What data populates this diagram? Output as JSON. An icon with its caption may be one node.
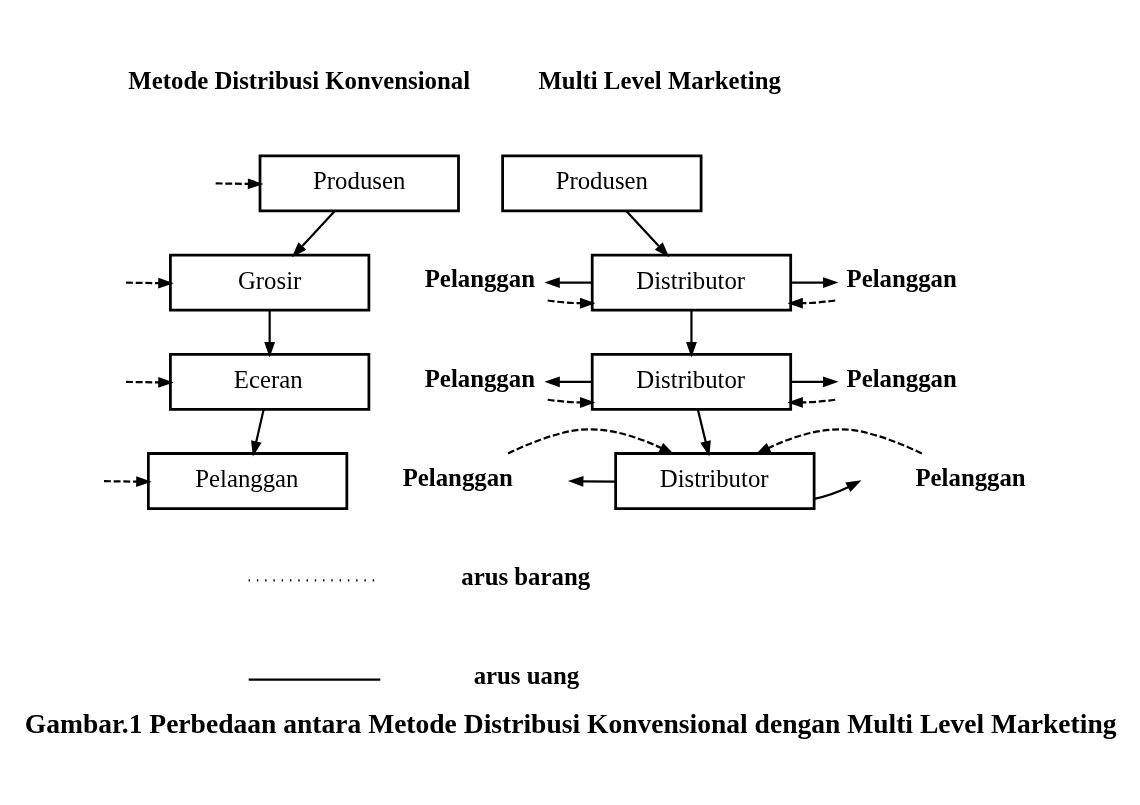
{
  "diagram": {
    "caption": "Gambar.1 Perbedaan antara Metode Distribusi Konvensional dengan Multi Level Marketing",
    "nodes": [
      {
        "text": [
          "Produsen"
        ]
      },
      {
        "text": [
          "Grosir"
        ]
      },
      {
        "text": [
          "Eceran"
        ]
      },
      {
        "text": [
          "Pelanggan"
        ]
      },
      {
        "text": [
          "Produsen"
        ]
      },
      {
        "text": [
          "Pelanggan"
        ]
      },
      {
        "text": [
          "Distributor"
        ]
      },
      {
        "text": [
          "Pelanggan"
        ]
      },
      {
        "text": [
          "Pelanggan"
        ]
      },
      {
        "text": [
          "Distributor"
        ]
      },
      {
        "text": [
          "Pelanggan"
        ]
      },
      {
        "text": [
          "Pelanggan"
        ]
      },
      {
        "text": [
          "Distributor"
        ]
      },
      {
        "text": [
          "Pelanggan"
        ]
      }
    ],
    "edges": [
      {
        "from": null,
        "to": 0,
        "arrow": "to",
        "style": "dashed"
      },
      {
        "from": null,
        "to": 1,
        "arrow": "to",
        "style": "dashed"
      },
      {
        "from": null,
        "to": 2,
        "arrow": "to",
        "style": "dashed"
      },
      {
        "from": null,
        "to": 3,
        "arrow": "to",
        "style": "dashed"
      },
      {
        "from": 0,
        "to": 1,
        "arrow": "to"
      },
      {
        "from": 1,
        "to": 2,
        "arrow": "to"
      },
      {
        "from": 2,
        "to": 3,
        "arrow": "to"
      },
      {
        "from": 4,
        "to": 6,
        "arrow": "to"
      },
      {
        "from": 6,
        "to": 9,
        "arrow": "to"
      },
      {
        "from": 9,
        "to": 12,
        "arrow": "to"
      },
      {
        "from": 5,
        "to": 6,
        "arrow": "to",
        "style": "dashed"
      },
      {
        "from": 6,
        "to": 5,
        "arrow": "to"
      },
      {
        "from": 7,
        "to": 6,
        "arrow": "to",
        "style": "dashed"
      },
      {
        "from": 6,
        "to": 7,
        "arrow": "to"
      },
      {
        "from": 8,
        "to": 9,
        "arrow": "to",
        "style": "dashed"
      },
      {
        "from": 9,
        "to": 8,
        "arrow": "to"
      },
      {
        "from": 10,
        "to": 9,
        "arrow": "to",
        "style": "dashed"
      },
      {
        "from": 9,
        "to": 10,
        "arrow": "to"
      },
      {
        "from": 11,
        "to": 12,
        "arrow": "to",
        "style": "dashed"
      },
      {
        "from": 13,
        "to": 12,
        "arrow": "to",
        "style": "dashed"
      },
      {
        "from": 12,
        "to": null,
        "arrow": "to"
      },
      {
        "from": 12,
        "to": null,
        "arrow": "to"
      }
    ],
    "labels": [
      "Metode Distribusi Konvensional",
      "Multi Level Marketing"
    ],
    "legend": [
      {
        "text": "arus barang"
      },
      {
        "text": "arus uang"
      }
    ]
  }
}
